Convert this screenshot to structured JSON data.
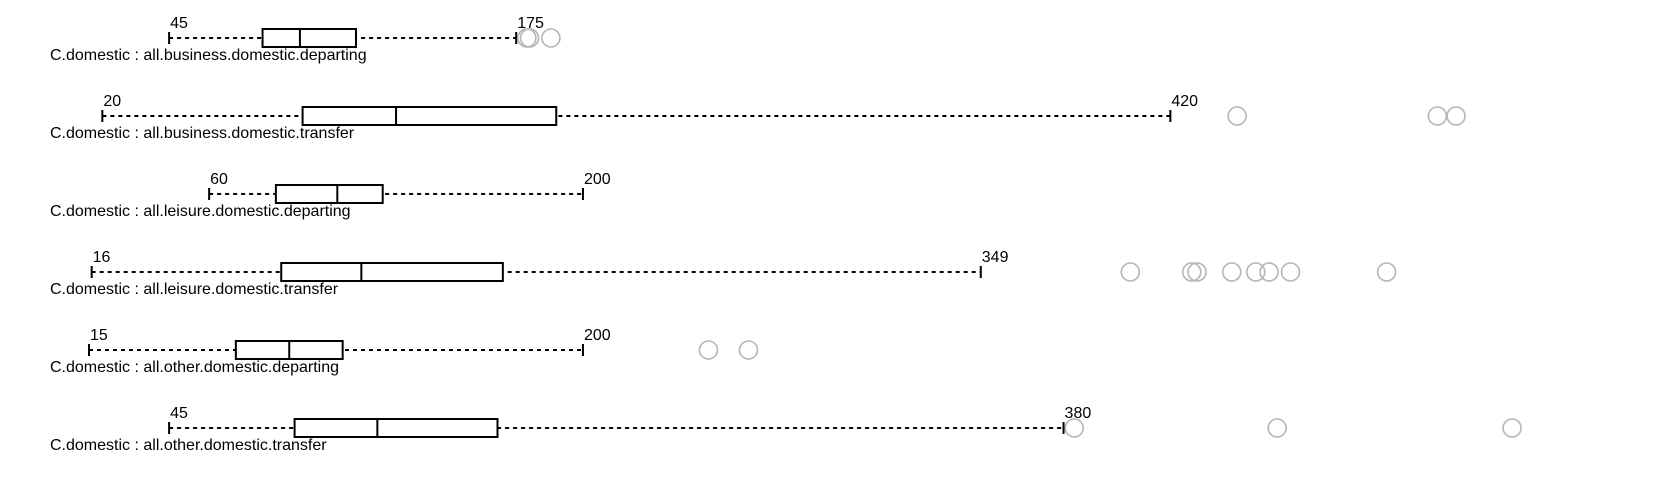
{
  "chart_data": {
    "type": "boxplot",
    "orientation": "horizontal",
    "series": [
      {
        "label": "C.domestic : all.business.domestic.departing",
        "min": 45,
        "q1": 80,
        "median": 94,
        "q3": 115,
        "max": 175,
        "whisker_labels": [
          "45",
          "175"
        ],
        "outliers": [
          179,
          180,
          188
        ]
      },
      {
        "label": "C.domestic : all.business.domestic.transfer",
        "min": 20,
        "q1": 95,
        "median": 130,
        "q3": 190,
        "max": 420,
        "whisker_labels": [
          "20",
          "420"
        ],
        "outliers": [
          445,
          520,
          527
        ]
      },
      {
        "label": "C.domestic : all.leisure.domestic.departing",
        "min": 60,
        "q1": 85,
        "median": 108,
        "q3": 125,
        "max": 200,
        "whisker_labels": [
          "60",
          "200"
        ],
        "outliers": []
      },
      {
        "label": "C.domestic : all.leisure.domestic.transfer",
        "min": 16,
        "q1": 87,
        "median": 117,
        "q3": 170,
        "max": 349,
        "whisker_labels": [
          "16",
          "349"
        ],
        "outliers": [
          405,
          428,
          430,
          443,
          452,
          457,
          465,
          501
        ]
      },
      {
        "label": "C.domestic : all.other.domestic.departing",
        "min": 15,
        "q1": 70,
        "median": 90,
        "q3": 110,
        "max": 200,
        "whisker_labels": [
          "15",
          "200"
        ],
        "outliers": [
          247,
          262
        ]
      },
      {
        "label": "C.domestic : all.other.domestic.transfer",
        "min": 45,
        "q1": 92,
        "median": 123,
        "q3": 168,
        "max": 380,
        "whisker_labels": [
          "45",
          "380"
        ],
        "outliers": [
          384,
          460,
          548
        ]
      }
    ]
  }
}
